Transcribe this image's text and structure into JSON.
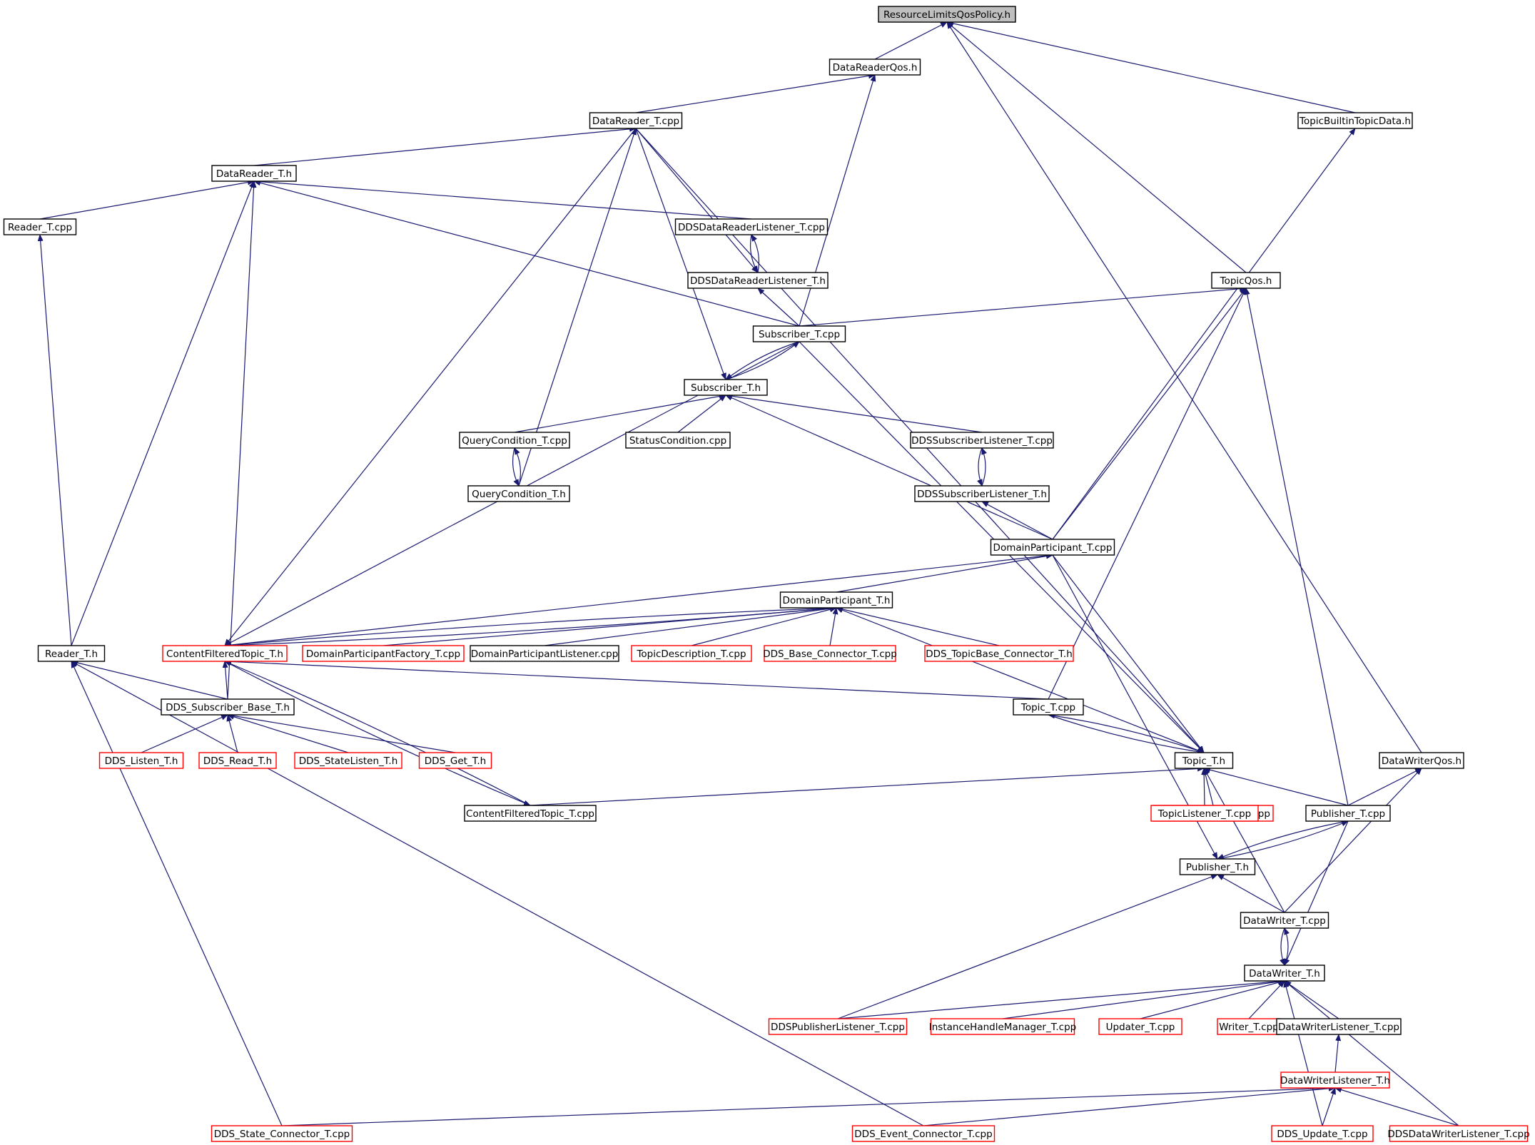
{
  "colors": {
    "edge": "#191970",
    "border_normal": "#000000",
    "border_truncated": "#ff0000",
    "fill_root": "#bfbfbf",
    "fill_normal": "#ffffff"
  },
  "nodes": [
    {
      "id": "root",
      "label": "ResourceLimitsQosPolicy.h",
      "kind": "root"
    },
    {
      "id": "drqos",
      "label": "DataReaderQos.h",
      "kind": "normal"
    },
    {
      "id": "tbtd",
      "label": "TopicBuiltinTopicData.h",
      "kind": "normal"
    },
    {
      "id": "drtcpp",
      "label": "DataReader_T.cpp",
      "kind": "normal"
    },
    {
      "id": "drth",
      "label": "DataReader_T.h",
      "kind": "normal"
    },
    {
      "id": "readertcpp",
      "label": "Reader_T.cpp",
      "kind": "normal"
    },
    {
      "id": "ddsdrlcpp",
      "label": "DDSDataReaderListener_T.cpp",
      "kind": "normal"
    },
    {
      "id": "ddsdrlh",
      "label": "DDSDataReaderListener_T.h",
      "kind": "normal"
    },
    {
      "id": "topicqos",
      "label": "TopicQos.h",
      "kind": "normal"
    },
    {
      "id": "subtcpp",
      "label": "Subscriber_T.cpp",
      "kind": "normal"
    },
    {
      "id": "subth",
      "label": "Subscriber_T.h",
      "kind": "normal"
    },
    {
      "id": "qctcpp",
      "label": "QueryCondition_T.cpp",
      "kind": "normal"
    },
    {
      "id": "statuscond",
      "label": "StatusCondition.cpp",
      "kind": "normal"
    },
    {
      "id": "ddssublcpp",
      "label": "DDSSubscriberListener_T.cpp",
      "kind": "normal"
    },
    {
      "id": "qcth",
      "label": "QueryCondition_T.h",
      "kind": "normal"
    },
    {
      "id": "ddssublh",
      "label": "DDSSubscriberListener_T.h",
      "kind": "normal"
    },
    {
      "id": "dptcpp",
      "label": "DomainParticipant_T.cpp",
      "kind": "normal"
    },
    {
      "id": "dpth",
      "label": "DomainParticipant_T.h",
      "kind": "normal"
    },
    {
      "id": "readerth",
      "label": "Reader_T.h",
      "kind": "normal"
    },
    {
      "id": "cftth",
      "label": "ContentFilteredTopic_T.h",
      "kind": "truncated"
    },
    {
      "id": "dpftcpp",
      "label": "DomainParticipantFactory_T.cpp",
      "kind": "truncated"
    },
    {
      "id": "dplcpp",
      "label": "DomainParticipantListener.cpp",
      "kind": "normal"
    },
    {
      "id": "tdtcpp",
      "label": "TopicDescription_T.cpp",
      "kind": "truncated"
    },
    {
      "id": "ddsbasecon",
      "label": "DDS_Base_Connector_T.cpp",
      "kind": "truncated"
    },
    {
      "id": "ddstopicbasecon",
      "label": "DDS_TopicBase_Connector_T.h",
      "kind": "truncated"
    },
    {
      "id": "ddssubbase",
      "label": "DDS_Subscriber_Base_T.h",
      "kind": "normal"
    },
    {
      "id": "topictcpp",
      "label": "Topic_T.cpp",
      "kind": "normal"
    },
    {
      "id": "ddslisten",
      "label": "DDS_Listen_T.h",
      "kind": "truncated"
    },
    {
      "id": "ddsread",
      "label": "DDS_Read_T.h",
      "kind": "truncated"
    },
    {
      "id": "ddsstatelisten",
      "label": "DDS_StateListen_T.h",
      "kind": "truncated"
    },
    {
      "id": "ddsget",
      "label": "DDS_Get_T.h",
      "kind": "truncated"
    },
    {
      "id": "topicth",
      "label": "Topic_T.h",
      "kind": "normal"
    },
    {
      "id": "dwqos",
      "label": "DataWriterQos.h",
      "kind": "normal"
    },
    {
      "id": "cfttcpp",
      "label": "ContentFilteredTopic_T.cpp",
      "kind": "normal"
    },
    {
      "id": "ddstopiclcpp",
      "label": "DDSTopicListener_T.cpp",
      "kind": "truncated"
    },
    {
      "id": "topiclcpp",
      "label": "TopicListener_T.cpp",
      "kind": "truncated"
    },
    {
      "id": "pubtcpp",
      "label": "Publisher_T.cpp",
      "kind": "normal"
    },
    {
      "id": "pubth",
      "label": "Publisher_T.h",
      "kind": "normal"
    },
    {
      "id": "dwtcpp",
      "label": "DataWriter_T.cpp",
      "kind": "normal"
    },
    {
      "id": "dwth",
      "label": "DataWriter_T.h",
      "kind": "normal"
    },
    {
      "id": "ddspublcpp",
      "label": "DDSPublisherListener_T.cpp",
      "kind": "truncated"
    },
    {
      "id": "ihmtcpp",
      "label": "InstanceHandleManager_T.cpp",
      "kind": "truncated"
    },
    {
      "id": "updatertcpp",
      "label": "Updater_T.cpp",
      "kind": "truncated"
    },
    {
      "id": "writertcpp",
      "label": "Writer_T.cpp",
      "kind": "truncated"
    },
    {
      "id": "dwlcpp",
      "label": "DataWriterListener_T.cpp",
      "kind": "normal"
    },
    {
      "id": "dwlth",
      "label": "DataWriterListener_T.h",
      "kind": "truncated"
    },
    {
      "id": "ddsstatecon",
      "label": "DDS_State_Connector_T.cpp",
      "kind": "truncated"
    },
    {
      "id": "ddseventcon",
      "label": "DDS_Event_Connector_T.cpp",
      "kind": "truncated"
    },
    {
      "id": "ddsupdate",
      "label": "DDS_Update_T.cpp",
      "kind": "truncated"
    },
    {
      "id": "ddsdwlcpp",
      "label": "DDSDataWriterListener_T.cpp",
      "kind": "truncated"
    }
  ],
  "edges": [
    {
      "from": "drqos",
      "to": "root"
    },
    {
      "from": "topicqos",
      "to": "root"
    },
    {
      "from": "tbtd",
      "to": "root"
    },
    {
      "from": "dwqos",
      "to": "root"
    },
    {
      "from": "drtcpp",
      "to": "drqos"
    },
    {
      "from": "subtcpp",
      "to": "drqos"
    },
    {
      "from": "dptcpp",
      "to": "tbtd"
    },
    {
      "from": "drth",
      "to": "drtcpp"
    },
    {
      "from": "qcth",
      "to": "drtcpp"
    },
    {
      "from": "readertcpp",
      "to": "drth"
    },
    {
      "from": "readerth",
      "to": "drth"
    },
    {
      "from": "ddssubbase",
      "to": "drth"
    },
    {
      "from": "ddsdrlcpp",
      "to": "drth"
    },
    {
      "from": "subtcpp",
      "to": "drth"
    },
    {
      "from": "readerth",
      "to": "readertcpp"
    },
    {
      "from": "drtcpp",
      "to": "ddsdrlh"
    },
    {
      "from": "ddsdrlh",
      "to": "ddsdrlcpp"
    },
    {
      "from": "ddsdrlcpp",
      "to": "ddsdrlh"
    },
    {
      "from": "subtcpp",
      "to": "ddsdrlh"
    },
    {
      "from": "subtcpp",
      "to": "topicqos"
    },
    {
      "from": "dptcpp",
      "to": "topicqos"
    },
    {
      "from": "topictcpp",
      "to": "topicqos"
    },
    {
      "from": "pubtcpp",
      "to": "topicqos"
    },
    {
      "from": "drtcpp",
      "to": "subth"
    },
    {
      "from": "subtcpp",
      "to": "subth"
    },
    {
      "from": "subth",
      "to": "subtcpp"
    },
    {
      "from": "qctcpp",
      "to": "subth"
    },
    {
      "from": "statuscond",
      "to": "subth"
    },
    {
      "from": "ddssublcpp",
      "to": "subth"
    },
    {
      "from": "dptcpp",
      "to": "subth"
    },
    {
      "from": "qcth",
      "to": "qctcpp"
    },
    {
      "from": "qctcpp",
      "to": "qcth"
    },
    {
      "from": "ddssublh",
      "to": "ddssublcpp"
    },
    {
      "from": "ddssublcpp",
      "to": "ddssublh"
    },
    {
      "from": "dptcpp",
      "to": "ddssublh"
    },
    {
      "from": "dpth",
      "to": "dptcpp"
    },
    {
      "from": "cftth",
      "to": "dptcpp"
    },
    {
      "from": "cftth",
      "to": "dpth"
    },
    {
      "from": "dpftcpp",
      "to": "dpth"
    },
    {
      "from": "dplcpp",
      "to": "dpth"
    },
    {
      "from": "tdtcpp",
      "to": "dpth"
    },
    {
      "from": "ddsbasecon",
      "to": "dpth"
    },
    {
      "from": "ddstopicbasecon",
      "to": "dpth"
    },
    {
      "from": "topicth",
      "to": "dpth"
    },
    {
      "from": "dpth",
      "to": "cftth"
    },
    {
      "from": "drtcpp",
      "to": "cftth"
    },
    {
      "from": "subtcpp",
      "to": "cftth"
    },
    {
      "from": "ddssubbase",
      "to": "cftth"
    },
    {
      "from": "cfttcpp",
      "to": "cftth"
    },
    {
      "from": "topictcpp",
      "to": "cftth"
    },
    {
      "from": "cftth",
      "to": "cfttcpp"
    },
    {
      "from": "ddssubbase",
      "to": "readerth"
    },
    {
      "from": "ddsstatecon",
      "to": "readerth"
    },
    {
      "from": "ddseventcon",
      "to": "readerth"
    },
    {
      "from": "ddslisten",
      "to": "ddssubbase"
    },
    {
      "from": "ddsread",
      "to": "ddssubbase"
    },
    {
      "from": "ddsstatelisten",
      "to": "ddssubbase"
    },
    {
      "from": "ddsget",
      "to": "ddssubbase"
    },
    {
      "from": "topicth",
      "to": "topictcpp"
    },
    {
      "from": "drtcpp",
      "to": "topicth"
    },
    {
      "from": "subtcpp",
      "to": "topicth"
    },
    {
      "from": "dptcpp",
      "to": "topicth"
    },
    {
      "from": "topictcpp",
      "to": "topicth"
    },
    {
      "from": "cfttcpp",
      "to": "topicth"
    },
    {
      "from": "ddstopiclcpp",
      "to": "topicth"
    },
    {
      "from": "topiclcpp",
      "to": "topicth"
    },
    {
      "from": "pubtcpp",
      "to": "topicth"
    },
    {
      "from": "dwtcpp",
      "to": "topicth"
    },
    {
      "from": "dptcpp",
      "to": "pubth"
    },
    {
      "from": "pubth",
      "to": "pubtcpp"
    },
    {
      "from": "pubtcpp",
      "to": "pubth"
    },
    {
      "from": "dwtcpp",
      "to": "pubth"
    },
    {
      "from": "ddspublcpp",
      "to": "pubth"
    },
    {
      "from": "pubtcpp",
      "to": "dwqos"
    },
    {
      "from": "dwtcpp",
      "to": "dwqos"
    },
    {
      "from": "dwth",
      "to": "dwtcpp"
    },
    {
      "from": "dwtcpp",
      "to": "dwth"
    },
    {
      "from": "pubtcpp",
      "to": "dwth"
    },
    {
      "from": "ddspublcpp",
      "to": "dwth"
    },
    {
      "from": "ihmtcpp",
      "to": "dwth"
    },
    {
      "from": "updatertcpp",
      "to": "dwth"
    },
    {
      "from": "writertcpp",
      "to": "dwth"
    },
    {
      "from": "dwlcpp",
      "to": "dwth"
    },
    {
      "from": "ddsupdate",
      "to": "dwth"
    },
    {
      "from": "ddsdwlcpp",
      "to": "dwth"
    },
    {
      "from": "dwlth",
      "to": "dwlcpp"
    },
    {
      "from": "ddsstatecon",
      "to": "dwlth"
    },
    {
      "from": "ddseventcon",
      "to": "dwlth"
    },
    {
      "from": "ddsupdate",
      "to": "dwlth"
    },
    {
      "from": "ddsdwlcpp",
      "to": "dwlth"
    }
  ]
}
